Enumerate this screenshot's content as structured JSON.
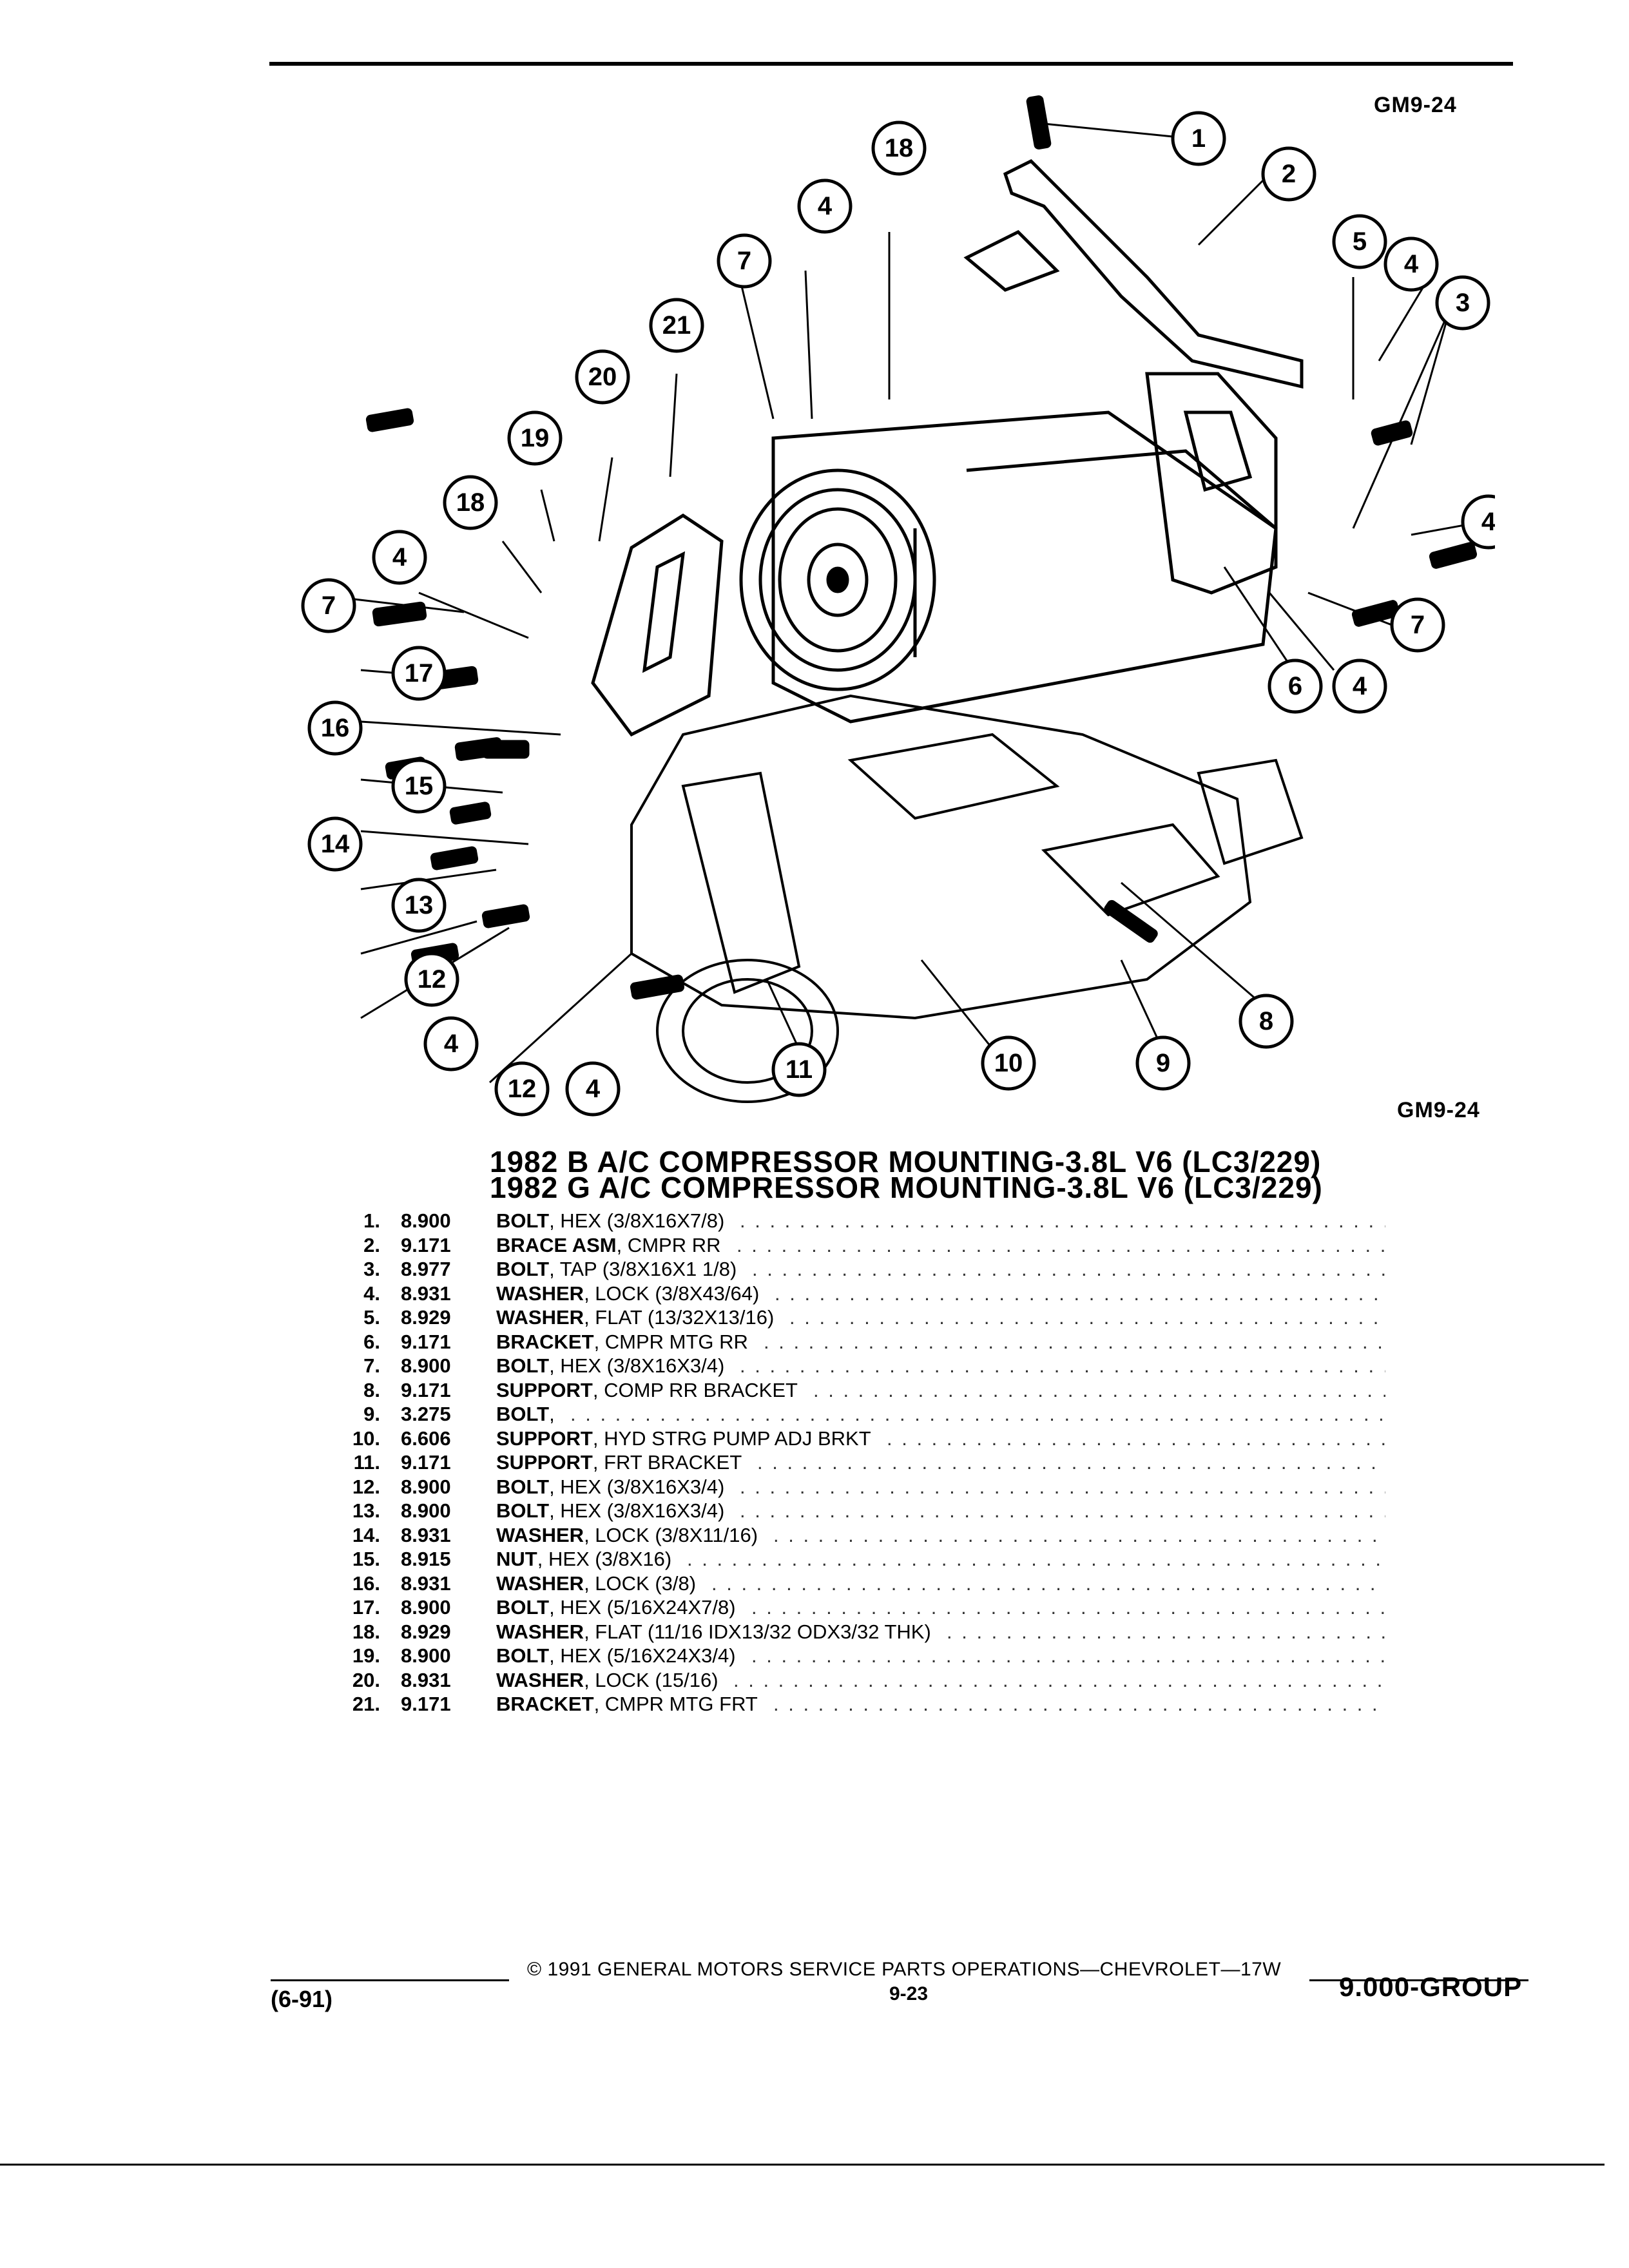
{
  "header": {
    "code": "GM9-24"
  },
  "diagram": {
    "code": "GM9-24",
    "callouts": [
      "1",
      "2",
      "3",
      "4",
      "5",
      "6",
      "7",
      "8",
      "9",
      "10",
      "11",
      "12",
      "13",
      "14",
      "15",
      "16",
      "17",
      "18",
      "19",
      "20",
      "21"
    ]
  },
  "titles": [
    "1982 B A/C COMPRESSOR MOUNTING-3.8L V6 (LC3/229)",
    "1982 G A/C COMPRESSOR MOUNTING-3.8L V6 (LC3/229)"
  ],
  "parts": [
    {
      "num": "1.",
      "group": "8.900",
      "name": "BOLT",
      "desc": ", HEX (3/8X16X7/8)"
    },
    {
      "num": "2.",
      "group": "9.171",
      "name": "BRACE ASM",
      "desc": ", CMPR RR"
    },
    {
      "num": "3.",
      "group": "8.977",
      "name": "BOLT",
      "desc": ", TAP (3/8X16X1 1/8)"
    },
    {
      "num": "4.",
      "group": "8.931",
      "name": "WASHER",
      "desc": ", LOCK (3/8X43/64)"
    },
    {
      "num": "5.",
      "group": "8.929",
      "name": "WASHER",
      "desc": ", FLAT (13/32X13/16)"
    },
    {
      "num": "6.",
      "group": "9.171",
      "name": "BRACKET",
      "desc": ", CMPR MTG RR"
    },
    {
      "num": "7.",
      "group": "8.900",
      "name": "BOLT",
      "desc": ", HEX (3/8X16X3/4)"
    },
    {
      "num": "8.",
      "group": "9.171",
      "name": "SUPPORT",
      "desc": ", COMP RR BRACKET"
    },
    {
      "num": "9.",
      "group": "3.275",
      "name": "BOLT",
      "desc": ","
    },
    {
      "num": "10.",
      "group": "6.606",
      "name": "SUPPORT",
      "desc": ", HYD STRG PUMP ADJ BRKT"
    },
    {
      "num": "11.",
      "group": "9.171",
      "name": "SUPPORT",
      "desc": ", FRT BRACKET"
    },
    {
      "num": "12.",
      "group": "8.900",
      "name": "BOLT",
      "desc": ", HEX (3/8X16X3/4)"
    },
    {
      "num": "13.",
      "group": "8.900",
      "name": "BOLT",
      "desc": ", HEX (3/8X16X3/4)"
    },
    {
      "num": "14.",
      "group": "8.931",
      "name": "WASHER",
      "desc": ", LOCK (3/8X11/16)"
    },
    {
      "num": "15.",
      "group": "8.915",
      "name": "NUT",
      "desc": ", HEX (3/8X16)"
    },
    {
      "num": "16.",
      "group": "8.931",
      "name": "WASHER",
      "desc": ", LOCK (3/8)"
    },
    {
      "num": "17.",
      "group": "8.900",
      "name": "BOLT",
      "desc": ", HEX (5/16X24X7/8)"
    },
    {
      "num": "18.",
      "group": "8.929",
      "name": "WASHER",
      "desc": ", FLAT (11/16 IDX13/32 ODX3/32 THK)"
    },
    {
      "num": "19.",
      "group": "8.900",
      "name": "BOLT",
      "desc": ", HEX (5/16X24X3/4)"
    },
    {
      "num": "20.",
      "group": "8.931",
      "name": "WASHER",
      "desc": ", LOCK (15/16)"
    },
    {
      "num": "21.",
      "group": "9.171",
      "name": "BRACKET",
      "desc": ", CMPR MTG FRT"
    }
  ],
  "footer": {
    "copyright": "© 1991 GENERAL MOTORS SERVICE PARTS OPERATIONS—CHEVROLET—17W",
    "page": "9-23",
    "date": "(6-91)",
    "group": "9.000-GROUP"
  }
}
